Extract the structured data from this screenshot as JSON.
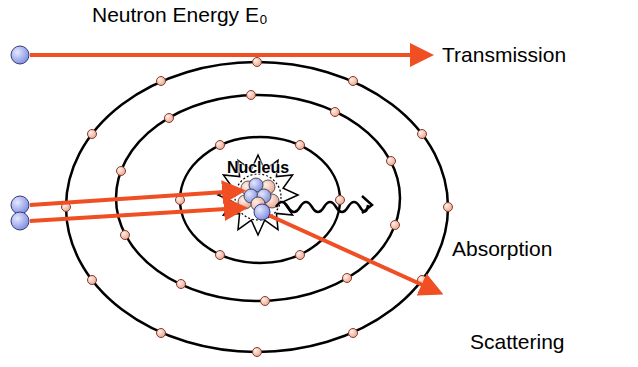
{
  "diagram": {
    "labels": [
      "Neutron Energy E₀",
      "Transmission",
      "Nucleus",
      "Absorption",
      "Scattering"
    ]
  }
}
